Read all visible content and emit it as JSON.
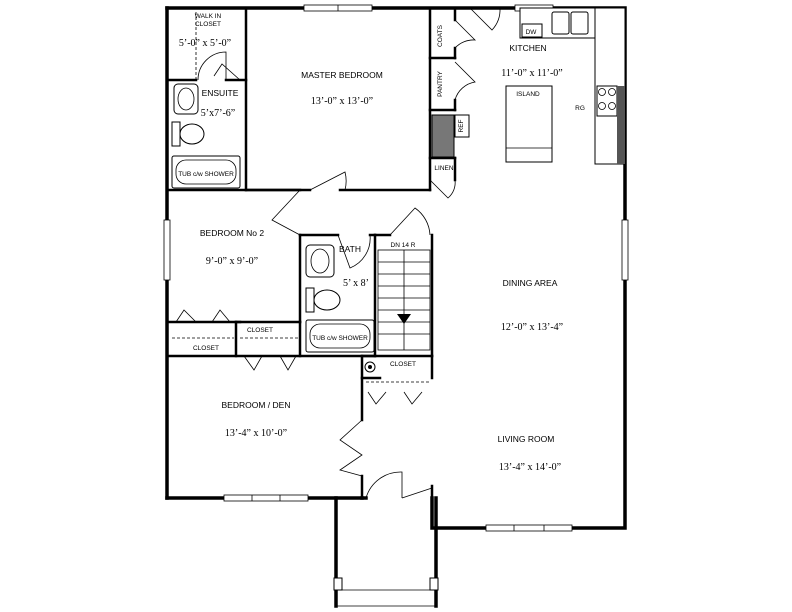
{
  "rooms": {
    "walk_in_closet": {
      "line1": "WALK IN",
      "line2": "CLOSET",
      "dim": "5’-0” x 5’-0”"
    },
    "ensuite": {
      "name": "ENSUITE",
      "dim": "5’x7’-6”",
      "tub": "TUB c/w SHOWER"
    },
    "master_bedroom": {
      "name": "MASTER BEDROOM",
      "dim": "13’-0” x 13’-0”"
    },
    "coats": "COATS",
    "pantry": "PANTRY",
    "ref": "REF",
    "dw": "DW",
    "linen": "LINEN",
    "kitchen": {
      "name": "KITCHEN",
      "dim": "11’-0” x 11’-0”"
    },
    "island": "ISLAND",
    "rg": "RG",
    "bedroom2": {
      "name": "BEDROOM No 2",
      "dim": "9’-0” x 9’-0”"
    },
    "bath": {
      "name": "BATH",
      "dim": "5’ x 8’",
      "tub": "TUB c/w SHOWER"
    },
    "stair": "DN 14 R",
    "closet_a": "CLOSET",
    "closet_b": "CLOSET",
    "closet_c": "CLOSET",
    "dining": {
      "name": "DINING AREA",
      "dim": "12’-0” x 13’-4”"
    },
    "bedroom_den": {
      "name": "BEDROOM / DEN",
      "dim": "13’-4” x 10’-0”"
    },
    "living": {
      "name": "LIVING ROOM",
      "dim": "13’-4” x 14’-0”"
    }
  }
}
